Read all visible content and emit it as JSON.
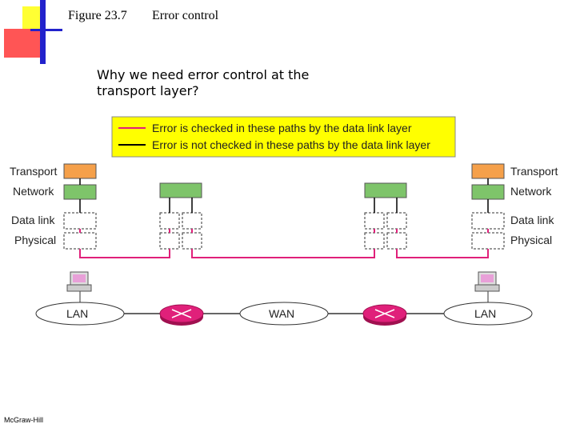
{
  "header": {
    "figure_label": "Figure 23.7",
    "figure_title": "Error control"
  },
  "question": "Why we need error control at the transport layer?",
  "legend": {
    "checked": "Error is checked in these paths by the data link layer",
    "not_checked": "Error is not checked in these paths by the data link layer"
  },
  "layers": {
    "transport": "Transport",
    "network": "Network",
    "datalink": "Data link",
    "physical": "Physical"
  },
  "networks": {
    "lan_left": "LAN",
    "wan": "WAN",
    "lan_right": "LAN"
  },
  "footer": "McGraw-Hill",
  "colors": {
    "transport": "#f5a04a",
    "network": "#7ec46a",
    "red_path": "#e0207a",
    "router": "#e0207a",
    "legend_bg": "#ffff00",
    "deco_yellow": "#ffff33",
    "deco_red": "#ff3333",
    "deco_blue": "#2222cc"
  },
  "icons": [
    "computer-icon",
    "router-icon"
  ]
}
